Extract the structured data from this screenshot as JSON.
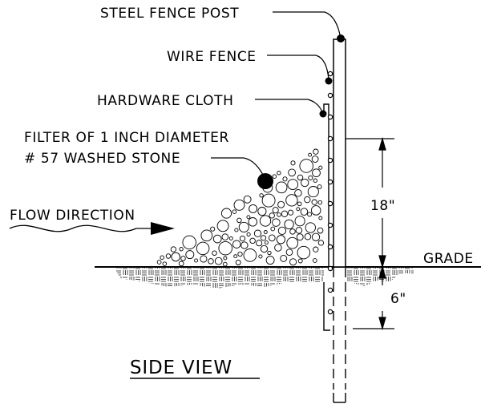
{
  "labels": {
    "steel_fence_post": "STEEL FENCE POST",
    "wire_fence": "WIRE FENCE",
    "hardware_cloth": "HARDWARE CLOTH",
    "filter_line1": "FILTER OF 1 INCH DIAMETER",
    "filter_line2": "# 57 WASHED STONE",
    "flow_direction": "FLOW DIRECTION",
    "grade": "GRADE",
    "dim_above": "18\"",
    "dim_below": "6\""
  },
  "title": "SIDE VIEW"
}
